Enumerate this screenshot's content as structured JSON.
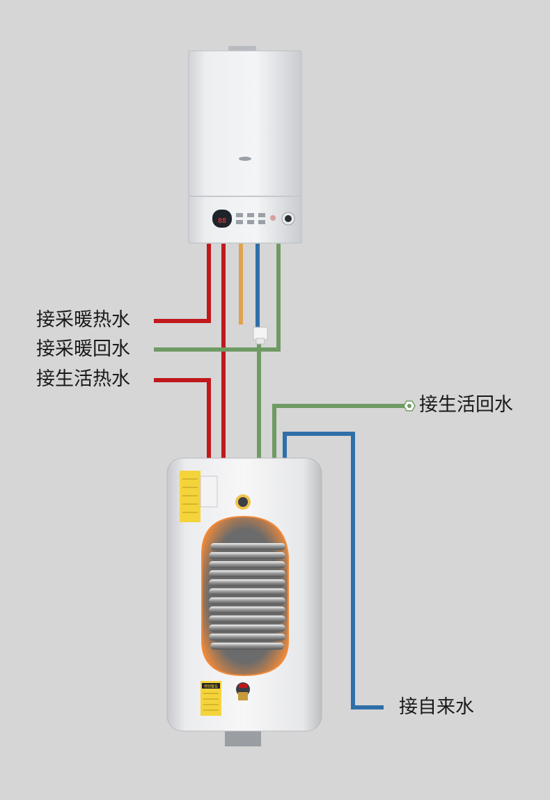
{
  "diagram": {
    "labels": {
      "heating_supply": "接采暖热水",
      "heating_return": "接采暖回水",
      "dhw_hot": "接生活热水",
      "dhw_return": "接生活回水",
      "cold_inlet": "接自来水"
    },
    "pipe_colors": {
      "hot": "#c0181b",
      "return": "#6f9a64",
      "cold": "#2f6fa8",
      "gas": "#e0a24e"
    },
    "boiler": {
      "display_text": "88"
    },
    "tank": {
      "warning_label": "特别警告"
    }
  }
}
